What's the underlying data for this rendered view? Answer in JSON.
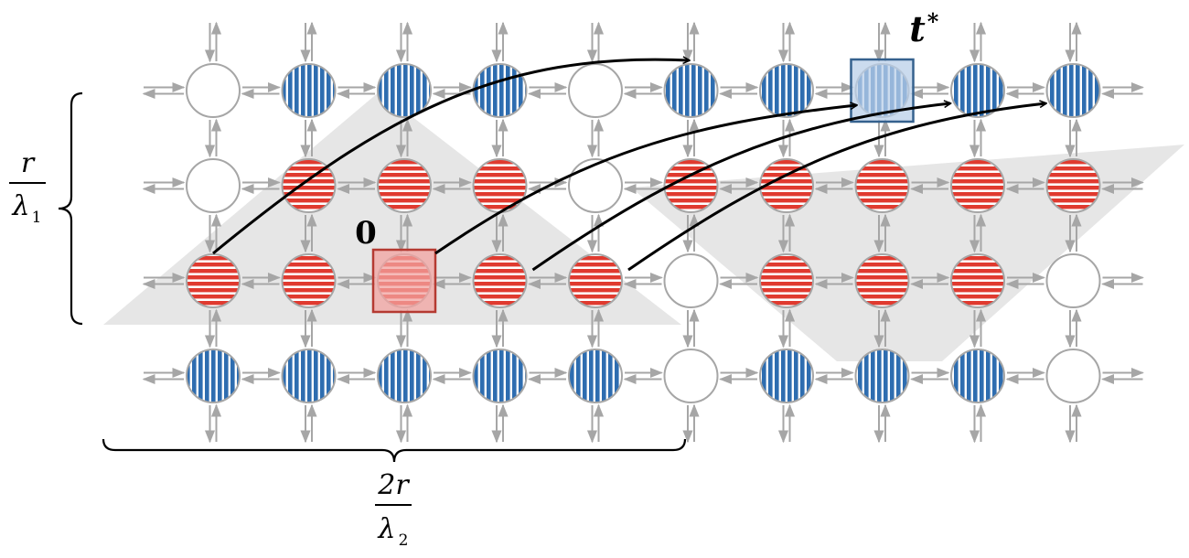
{
  "labels": {
    "origin": "0",
    "target_base": "t",
    "target_sup": "*",
    "vertical_num": "r",
    "vertical_den_sym": "λ",
    "vertical_den_sub": "1",
    "horizontal_num": "2r",
    "horizontal_den_sym": "λ",
    "horizontal_den_sub": "2"
  },
  "colors": {
    "blue": "#2e6db0",
    "red": "#e03a2f",
    "edge": "#a6a6a6",
    "region": "#e6e6e6",
    "highlight_blue_fill": "#b9cfe8",
    "highlight_blue_stroke": "#35618e",
    "highlight_red_fill": "#f2a3a0",
    "highlight_red_stroke": "#b53a32"
  },
  "grid": {
    "rows": 4,
    "cols": 10,
    "nodes": [
      [
        "empty",
        "blue",
        "blue",
        "blue",
        "empty",
        "blue",
        "blue",
        "blue",
        "blue",
        "blue"
      ],
      [
        "empty",
        "red",
        "red",
        "red",
        "empty",
        "red",
        "red",
        "red",
        "red",
        "red"
      ],
      [
        "red",
        "red",
        "red",
        "red",
        "red",
        "empty",
        "red",
        "red",
        "red",
        "empty"
      ],
      [
        "blue",
        "blue",
        "blue",
        "blue",
        "blue",
        "empty",
        "blue",
        "blue",
        "blue",
        "empty"
      ]
    ],
    "highlights": [
      {
        "name": "origin",
        "row": 2,
        "col": 2,
        "color": "red"
      },
      {
        "name": "target",
        "row": 0,
        "col": 7,
        "color": "blue"
      }
    ]
  },
  "arrows": [
    {
      "from": [
        2,
        0
      ],
      "to": [
        0,
        5
      ]
    },
    {
      "from": [
        2,
        2
      ],
      "to": [
        0,
        7
      ]
    },
    {
      "from": [
        2,
        3
      ],
      "to": [
        0,
        8
      ]
    },
    {
      "from": [
        2,
        4
      ],
      "to": [
        0,
        9
      ]
    }
  ]
}
